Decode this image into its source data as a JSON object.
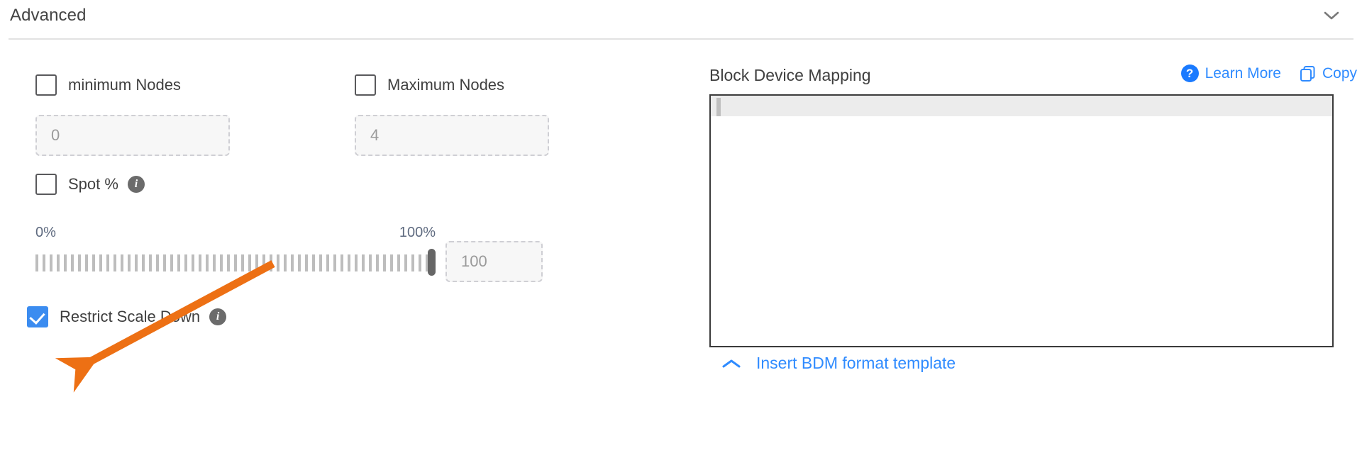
{
  "header": {
    "title": "Advanced",
    "collapse_icon": "chevron-down-icon"
  },
  "left_panel": {
    "min_nodes": {
      "label": "minimum Nodes",
      "checked": false,
      "value": "0"
    },
    "max_nodes": {
      "label": "Maximum Nodes",
      "checked": false,
      "value": "4"
    },
    "spot_percent": {
      "label": "Spot %",
      "checked": false,
      "info_icon": "info-icon"
    },
    "slider": {
      "min_label": "0%",
      "max_label": "100%",
      "value": "100",
      "value_field": "100",
      "thumb_position_percent": 100
    },
    "restrict_scale_down": {
      "label": "Restrict Scale Down",
      "checked": true,
      "info_icon": "info-icon"
    }
  },
  "right_panel": {
    "title": "Block Device Mapping",
    "learn_more": {
      "label": "Learn More",
      "icon": "question-mark-circle-icon"
    },
    "copy": {
      "label": "Copy",
      "icon": "copy-icon"
    },
    "editor": {
      "content": "",
      "active_line": 1
    },
    "footer_link": {
      "label": "Insert BDM format template",
      "icon": "chevron-up-icon"
    }
  },
  "annotation": {
    "type": "arrow",
    "color": "#ED7014",
    "points_at": "Restrict Scale Down"
  },
  "colors": {
    "accent_blue": "#2f8bff",
    "checkbox_blue": "#3b8cf0",
    "annotation_orange": "#ED7014",
    "text_dark": "#3f3f3f",
    "slider_tick": "#bdbdbd"
  }
}
